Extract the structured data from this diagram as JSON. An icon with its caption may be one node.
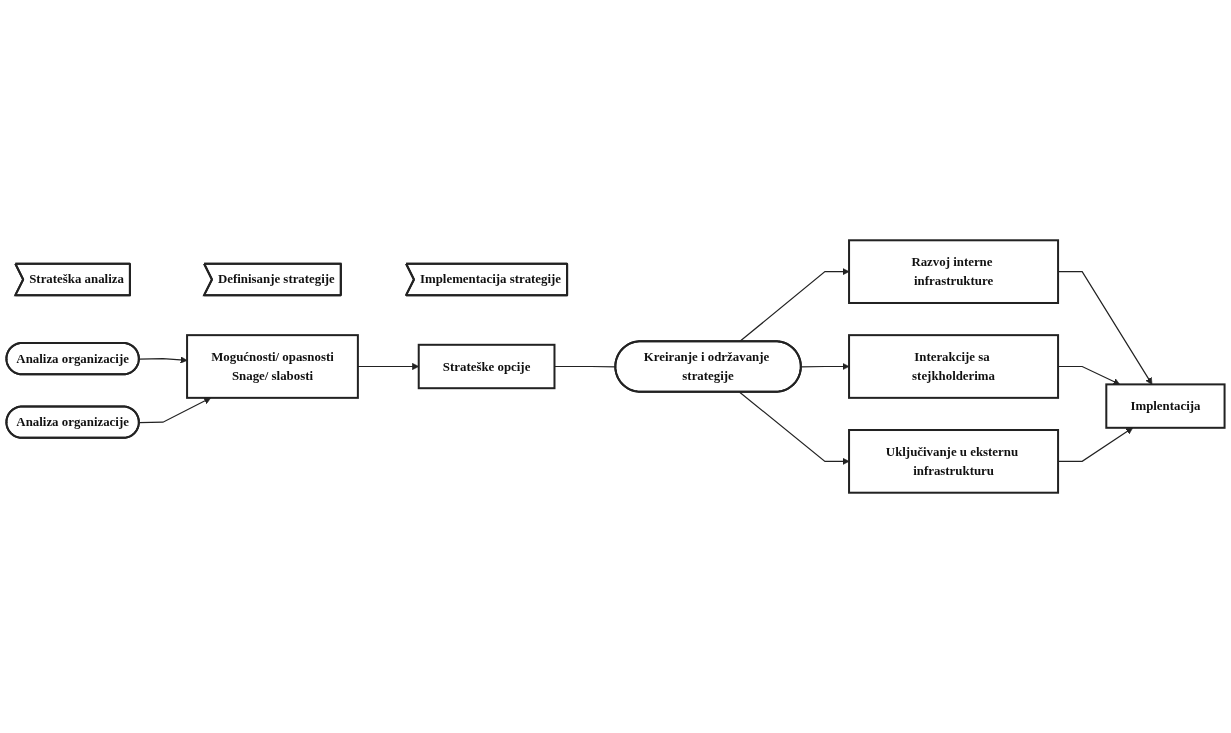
{
  "diagram": {
    "nodes": [
      {
        "text": [
          "Strateška analiza"
        ]
      },
      {
        "text": [
          "Definisanje strategije"
        ]
      },
      {
        "text": [
          "Implementacija strategije"
        ]
      },
      {
        "text": [
          "Analiza organizacije"
        ]
      },
      {
        "text": [
          "Mogućnosti/ opasnosti",
          "Snage/ slabosti"
        ]
      },
      {
        "text": [
          "Analiza organizacije"
        ]
      },
      {
        "text": [
          "Strateške opcije"
        ]
      },
      {
        "text": [
          "Kreiranje i održavanje strategije"
        ]
      },
      {
        "text": [
          "Razvoj interne infrastrukture"
        ]
      },
      {
        "text": [
          "Interakcije sa stejkholderima"
        ]
      },
      {
        "text": [
          "Uključivanje u eksternu infrastrukturu"
        ]
      },
      {
        "text": [
          "Implentacija"
        ]
      }
    ],
    "edges": [
      {
        "from": 3,
        "to": 4,
        "arrow": "to"
      },
      {
        "from": 5,
        "to": 4,
        "arrow": "to"
      },
      {
        "from": 4,
        "to": 6,
        "arrow": "to"
      },
      {
        "from": 6,
        "to": 7,
        "arrow": "none"
      },
      {
        "from": 7,
        "to": 8,
        "arrow": "to"
      },
      {
        "from": 7,
        "to": 9,
        "arrow": "to"
      },
      {
        "from": 7,
        "to": 10,
        "arrow": "to"
      },
      {
        "from": 8,
        "to": 11,
        "arrow": "to"
      },
      {
        "from": 9,
        "to": 11,
        "arrow": "to"
      },
      {
        "from": 10,
        "to": 11,
        "arrow": "to"
      }
    ]
  }
}
